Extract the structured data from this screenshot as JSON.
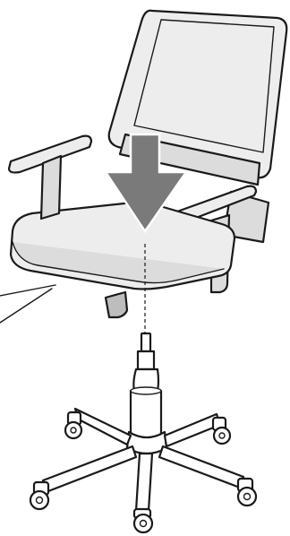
{
  "diagram": {
    "subject": "office-chair-assembly-step",
    "parts": [
      "backrest",
      "seat",
      "armrest-left",
      "armrest-right",
      "gas-lift",
      "star-base",
      "casters",
      "press-down-arrow",
      "alignment-guide"
    ],
    "colors": {
      "outline": "#1a1a1a",
      "panel": "#ededed",
      "shade": "#bdbdbd",
      "arrow": "#7a7a7a"
    }
  }
}
